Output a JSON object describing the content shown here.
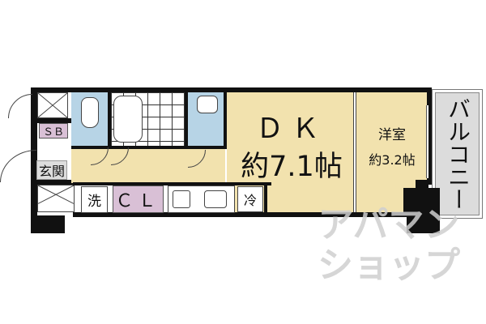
{
  "plan": {
    "rooms": {
      "dk": {
        "name": "ＤＫ",
        "size": "約7.1帖"
      },
      "western": {
        "name": "洋室",
        "size": "約3.2帖"
      },
      "balcony": {
        "name": "バルコニー"
      },
      "entrance": {
        "name": "玄関"
      },
      "shoe_box": {
        "name": "ＳＢ"
      },
      "closet": {
        "name": "ＣＬ"
      },
      "washer": {
        "name": "洗"
      },
      "fridge": {
        "name": "冷"
      }
    },
    "colors": {
      "dk": "#f2e2ae",
      "wet_area": "#b7d4e6",
      "storage": "#d9c0d6",
      "balcony": "#dcdcdc",
      "entrance": "#dddddd"
    }
  },
  "watermark": {
    "line1": "アパマン",
    "line2": "ショップ"
  }
}
